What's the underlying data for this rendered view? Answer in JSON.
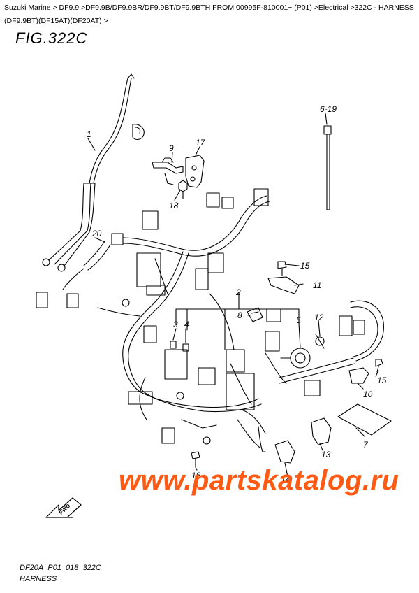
{
  "breadcrumb": "Suzuki Marine > DF9.9 >DF9.9B/DF9.9BR/DF9.9BT/DF9.9BTH FROM 00995F-810001~ (P01) >Electrical >322C - HARNESS (DF9.9BT)(DF15AT)(DF20AT) >",
  "figure": {
    "title": "FIG.322C",
    "code": "DF20A_P01_018_322C",
    "caption": "HARNESS"
  },
  "watermark": "www.partskatalog.ru",
  "callouts": {
    "c1": "1",
    "c2": "2",
    "c3": "3",
    "c4": "4",
    "c5": "5",
    "c6": "6-19",
    "c7": "7",
    "c8": "8",
    "c9": "9",
    "c10": "10",
    "c11": "11",
    "c12": "12",
    "c13": "13",
    "c14": "14",
    "c15a": "15",
    "c15b": "15",
    "c16": "16",
    "c17": "17",
    "c18": "18",
    "c20": "20"
  },
  "fwd_label": "FWD"
}
